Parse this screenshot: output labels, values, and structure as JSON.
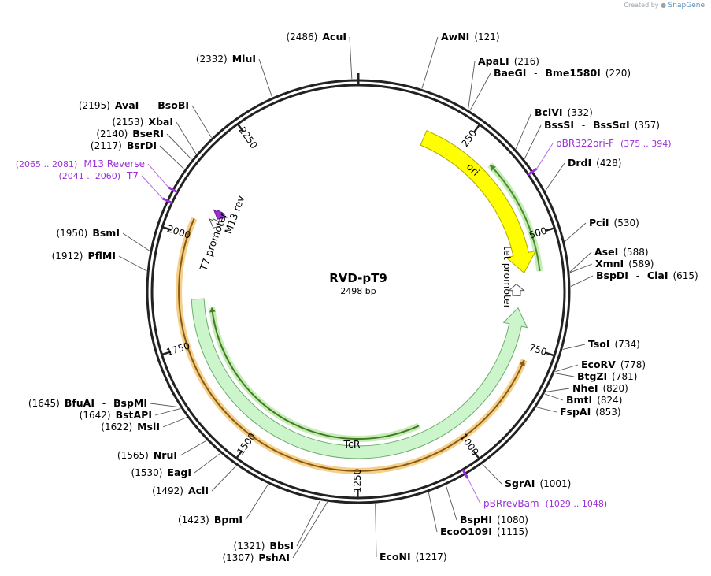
{
  "credit": {
    "created_by": "Created by",
    "brand": "SnapGene"
  },
  "map": {
    "name": "RVD-pT9",
    "size": "2498 bp",
    "length": 2498
  },
  "ticks": [
    {
      "label": "250",
      "pos": 250
    },
    {
      "label": "500",
      "pos": 500
    },
    {
      "label": "750",
      "pos": 750
    },
    {
      "label": "1000",
      "pos": 1000
    },
    {
      "label": "1250",
      "pos": 1250
    },
    {
      "label": "1500",
      "pos": 1500
    },
    {
      "label": "1750",
      "pos": 1750
    },
    {
      "label": "2000",
      "pos": 2000
    },
    {
      "label": "2250",
      "pos": 2250
    }
  ],
  "features": [
    {
      "label": "ori",
      "start": 160,
      "end": 580,
      "strand": 1,
      "color": "#ffff00",
      "stroke": "#b3a900",
      "track": "outer"
    },
    {
      "label": "tet promoter",
      "start": 606,
      "end": 635,
      "strand": -1,
      "color": "#ffffff",
      "stroke": "#555555",
      "track": "outer"
    },
    {
      "label": "TcR",
      "start": 665,
      "end": 1855,
      "strand": -1,
      "color": "#ccf5cc",
      "stroke": "#6cae6c",
      "track": "inner"
    },
    {
      "label": "T7 promoter",
      "start": 2038,
      "end": 2058,
      "strand": -1,
      "color": "#ffffff",
      "stroke": "#555555",
      "track": "outer"
    },
    {
      "label": "M13 rev",
      "start": 2062,
      "end": 2082,
      "strand": -1,
      "color": "#9b30d9",
      "stroke": "#6a1f99",
      "track": "outer"
    }
  ],
  "orfs": [
    {
      "start": 320,
      "end": 580,
      "strand": -1,
      "color": "#4a8c2a",
      "glow": "#c6ecb8"
    },
    {
      "start": 780,
      "end": 2040,
      "strand": -1,
      "color": "#8a5a12",
      "glow": "#f5d08a"
    },
    {
      "start": 1080,
      "end": 1830,
      "strand": 1,
      "color": "#3f7a1f",
      "glow": "#c6ecb8"
    }
  ],
  "primers": [
    {
      "name": "pBR322ori-F",
      "range": "(375 .. 394)",
      "pos": 385,
      "side": "right"
    },
    {
      "name": "pBRrevBam",
      "range": "(1029 .. 1048)",
      "pos": 1038,
      "side": "right"
    },
    {
      "name": "M13 Reverse",
      "range": "(2065 .. 2081)",
      "pos": 2073,
      "side": "left"
    },
    {
      "name": "T7",
      "range": "(2041 .. 2060)",
      "pos": 2050,
      "side": "left"
    }
  ],
  "sites": [
    {
      "name": "AwNI",
      "pos": "(121)",
      "site": 121
    },
    {
      "name": "ApaLI",
      "pos": "(216)",
      "site": 216
    },
    {
      "name": "BaeGI",
      "alias": "Bme1580I",
      "pos": "(220)",
      "site": 220
    },
    {
      "name": "BciVI",
      "pos": "(332)",
      "site": 332
    },
    {
      "name": "BssSI",
      "alias": "BssSαI",
      "pos": "(357)",
      "site": 357
    },
    {
      "name": "DrdI",
      "pos": "(428)",
      "site": 428
    },
    {
      "name": "PciI",
      "pos": "(530)",
      "site": 530
    },
    {
      "name": "AseI",
      "pos": "(588)",
      "site": 588
    },
    {
      "name": "XmnI",
      "pos": "(589)",
      "site": 589
    },
    {
      "name": "BspDI",
      "alias": "ClaI",
      "pos": "(615)",
      "site": 615
    },
    {
      "name": "TsoI",
      "pos": "(734)",
      "site": 734
    },
    {
      "name": "EcoRV",
      "pos": "(778)",
      "site": 778
    },
    {
      "name": "BtgZI",
      "pos": "(781)",
      "site": 781
    },
    {
      "name": "NheI",
      "pos": "(820)",
      "site": 820
    },
    {
      "name": "BmtI",
      "pos": "(824)",
      "site": 824
    },
    {
      "name": "FspAI",
      "pos": "(853)",
      "site": 853
    },
    {
      "name": "SgrAI",
      "pos": "(1001)",
      "site": 1001
    },
    {
      "name": "BspHI",
      "pos": "(1080)",
      "site": 1080
    },
    {
      "name": "EcoO109I",
      "pos": "(1115)",
      "site": 1115
    },
    {
      "name": "EcoNI",
      "pos": "(1217)",
      "site": 1217
    },
    {
      "name": "PshAI",
      "pos": "(1307)",
      "site": 1307
    },
    {
      "name": "BbsI",
      "pos": "(1321)",
      "site": 1321
    },
    {
      "name": "BpmI",
      "pos": "(1423)",
      "site": 1423
    },
    {
      "name": "AclI",
      "pos": "(1492)",
      "site": 1492
    },
    {
      "name": "EagI",
      "pos": "(1530)",
      "site": 1530
    },
    {
      "name": "NruI",
      "pos": "(1565)",
      "site": 1565
    },
    {
      "name": "MslI",
      "pos": "(1622)",
      "site": 1622
    },
    {
      "name": "BstAPI",
      "pos": "(1642)",
      "site": 1642
    },
    {
      "name": "BfuAI",
      "alias": "BspMI",
      "pos": "(1645)",
      "site": 1645
    },
    {
      "name": "PflMI",
      "pos": "(1912)",
      "site": 1912
    },
    {
      "name": "BsmI",
      "pos": "(1950)",
      "site": 1950
    },
    {
      "name": "BsrDI",
      "pos": "(2117)",
      "site": 2117
    },
    {
      "name": "BseRI",
      "pos": "(2140)",
      "site": 2140
    },
    {
      "name": "XbaI",
      "pos": "(2153)",
      "site": 2153
    },
    {
      "name": "AvaI",
      "alias": "BsoBI",
      "pos": "(2195)",
      "site": 2195
    },
    {
      "name": "MluI",
      "pos": "(2332)",
      "site": 2332
    },
    {
      "name": "AcuI",
      "pos": "(2486)",
      "site": 2486
    }
  ]
}
